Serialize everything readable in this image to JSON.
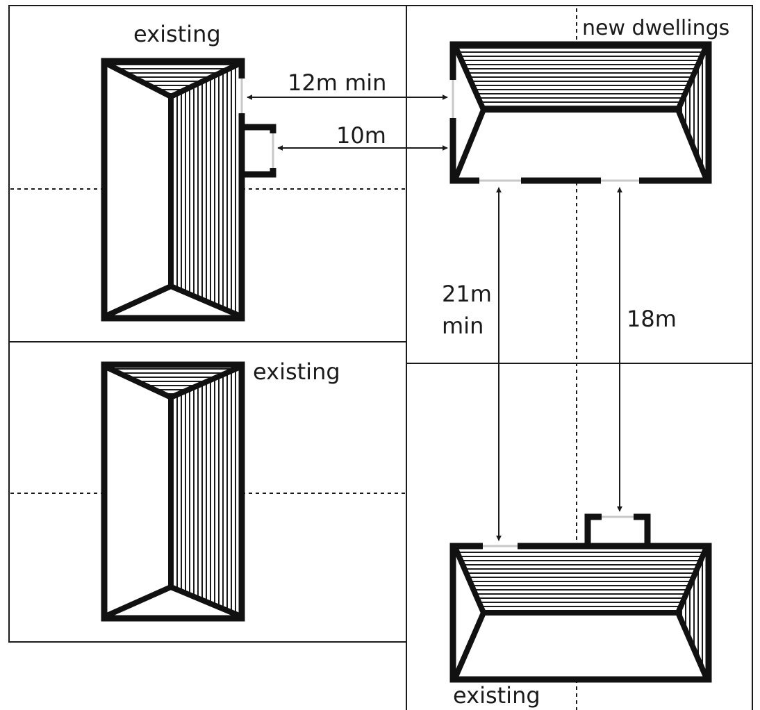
{
  "labels": {
    "existing_top_left": "existing",
    "new_dwellings": "new dwellings",
    "existing_middle_left": "existing",
    "existing_bottom_right": "existing"
  },
  "dimensions": {
    "window_to_window_side": "12m min",
    "extension_to_window_side": "10m",
    "back_to_back_line1": "21m",
    "back_to_back_line2": "min",
    "extension_to_back": "18m"
  }
}
